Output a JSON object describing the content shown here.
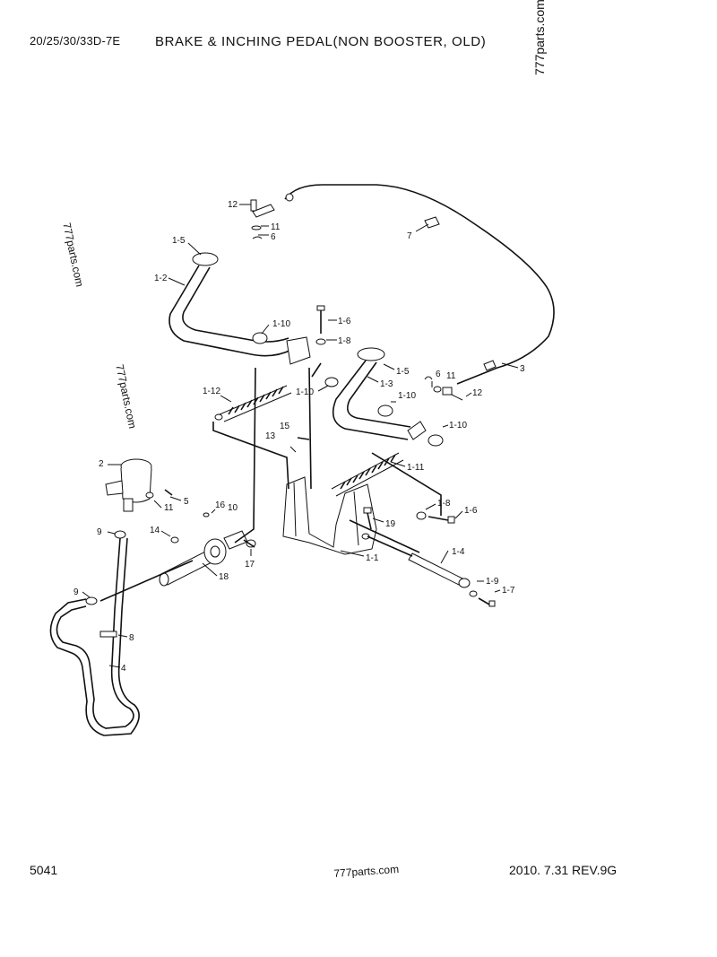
{
  "header": {
    "model": "20/25/30/33D-7E",
    "title": "BRAKE & INCHING PEDAL(NON BOOSTER, OLD)"
  },
  "footer": {
    "page_number": "5041",
    "revision": "2010. 7.31  REV.9G"
  },
  "watermarks": {
    "top": "777parts.com",
    "left_1": "777parts.com",
    "left_2": "777parts.com",
    "bottom": "777parts.com"
  },
  "callouts": {
    "c12a": "12",
    "c11a": "11",
    "c6a": "6",
    "c7": "7",
    "c1_5a": "1-5",
    "c1_2": "1-2",
    "c1_10a": "1-10",
    "c1_6a": "1-6",
    "c1_8a": "1-8",
    "c1_5b": "1-5",
    "c6b": "6",
    "c11b": "11",
    "c3": "3",
    "c1_3": "1-3",
    "c1_10b": "1-10",
    "c1_10c": "1-10",
    "c12b": "12",
    "c1_12": "1-12",
    "c1_10d": "1-10",
    "c15": "15",
    "c13": "13",
    "c2": "2",
    "c1_11": "1-11",
    "c5": "5",
    "c11c": "11",
    "c16": "16",
    "c10": "10",
    "c1_8b": "1-8",
    "c1_6b": "1-6",
    "c19": "19",
    "c14": "14",
    "c9a": "9",
    "c17": "17",
    "c1_4": "1-4",
    "c1_1": "1-1",
    "c18": "18",
    "c1_9": "1-9",
    "c1_7": "1-7",
    "c9b": "9",
    "c8": "8",
    "c4": "4"
  }
}
